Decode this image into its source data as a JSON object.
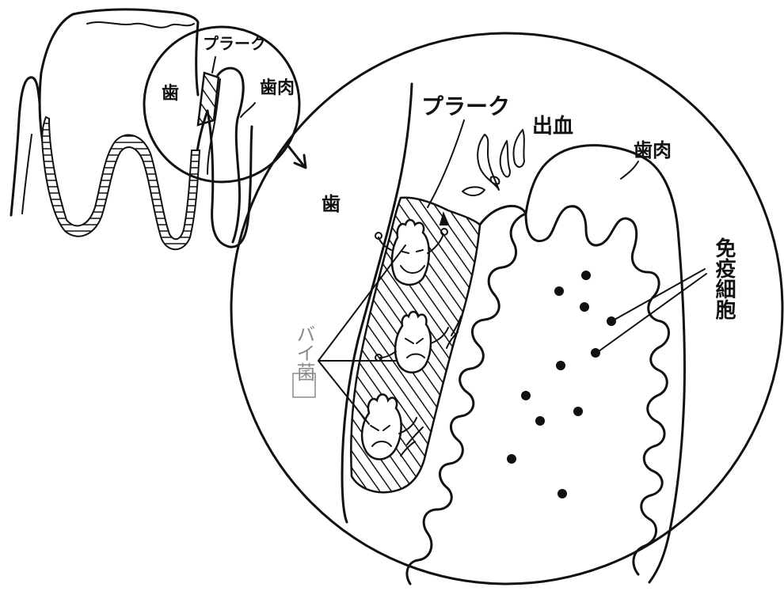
{
  "labels": {
    "small_tooth": "歯",
    "small_plaque": "プラーク",
    "small_gum": "歯肉",
    "large_tooth": "歯",
    "large_plaque": "プラーク",
    "bleeding": "出血",
    "large_gum": "歯肉",
    "immune_cells": "免疫細胞",
    "bacteria": "バイ菌"
  },
  "colors": {
    "ink": "#111111",
    "bacteria_label": "#8a8a8a",
    "background": "#ffffff"
  }
}
